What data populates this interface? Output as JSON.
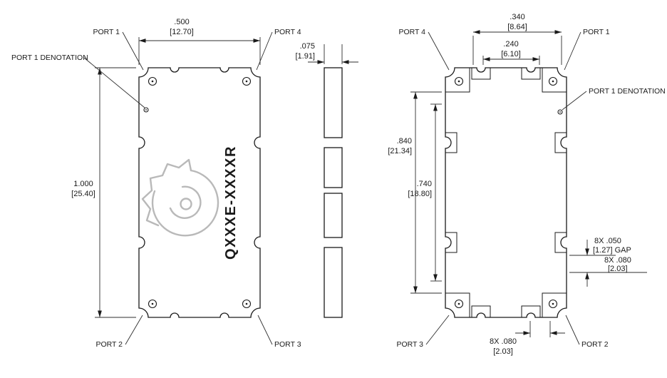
{
  "drawing": {
    "part_number": "QXXXE-XXXXR",
    "views": {
      "top": {
        "ports": {
          "p1": "PORT 1",
          "p2": "PORT 2",
          "p3": "PORT 3",
          "p4": "PORT 4",
          "denotation": "PORT 1 DENOTATION"
        },
        "dims": {
          "width": {
            "in": ".500",
            "mm": "[12.70]"
          },
          "height": {
            "in": "1.000",
            "mm": "[25.40]"
          }
        }
      },
      "side": {
        "dims": {
          "thickness": {
            "in": ".075",
            "mm": "[1.91]"
          }
        }
      },
      "bottom": {
        "ports": {
          "p1": "PORT 1",
          "p2": "PORT 2",
          "p3": "PORT 3",
          "p4": "PORT 4",
          "denotation": "PORT 1 DENOTATION"
        },
        "dims": {
          "pad_span_outer": {
            "in": ".340",
            "mm": "[8.64]"
          },
          "pad_span_inner": {
            "in": ".240",
            "mm": "[6.10]"
          },
          "pad_height_outer": {
            "in": ".840",
            "mm": "[21.34]"
          },
          "pad_height_inner": {
            "in": ".740",
            "mm": "[18.80]"
          },
          "gap": {
            "l1": "8X .050",
            "l2": "[1.27] GAP"
          },
          "pad_side": {
            "l1": "8X .080",
            "l2": "[2.03]"
          },
          "pad_bottom": {
            "l1": "8X .080",
            "l2": "[2.03]"
          }
        }
      }
    }
  }
}
